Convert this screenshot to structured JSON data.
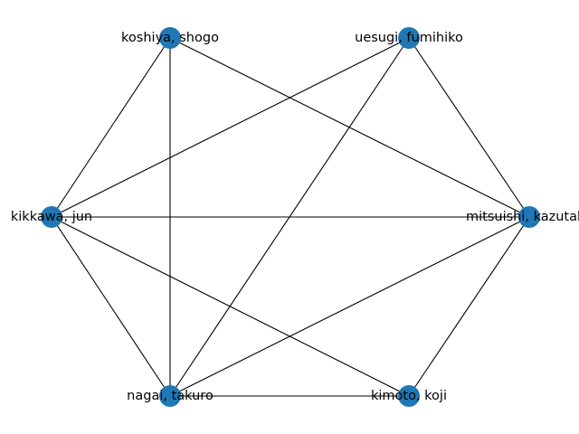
{
  "graph": {
    "node_color": "#1f77b4",
    "edge_color": "#000000",
    "nodes": [
      {
        "id": "koshiya",
        "label": "koshiya, shogo"
      },
      {
        "id": "uesugi",
        "label": "uesugi, fumihiko"
      },
      {
        "id": "kikkawa",
        "label": "kikkawa, jun"
      },
      {
        "id": "mitsuishi",
        "label": "mitsuishi, kazutaka"
      },
      {
        "id": "nagai",
        "label": "nagai, takuro"
      },
      {
        "id": "kimoto",
        "label": "kimoto, koji"
      }
    ],
    "edges": [
      [
        "koshiya",
        "kikkawa"
      ],
      [
        "koshiya",
        "nagai"
      ],
      [
        "koshiya",
        "mitsuishi"
      ],
      [
        "uesugi",
        "kikkawa"
      ],
      [
        "uesugi",
        "nagai"
      ],
      [
        "uesugi",
        "mitsuishi"
      ],
      [
        "kikkawa",
        "mitsuishi"
      ],
      [
        "kikkawa",
        "nagai"
      ],
      [
        "kikkawa",
        "kimoto"
      ],
      [
        "mitsuishi",
        "nagai"
      ],
      [
        "mitsuishi",
        "kimoto"
      ],
      [
        "nagai",
        "kimoto"
      ]
    ]
  }
}
